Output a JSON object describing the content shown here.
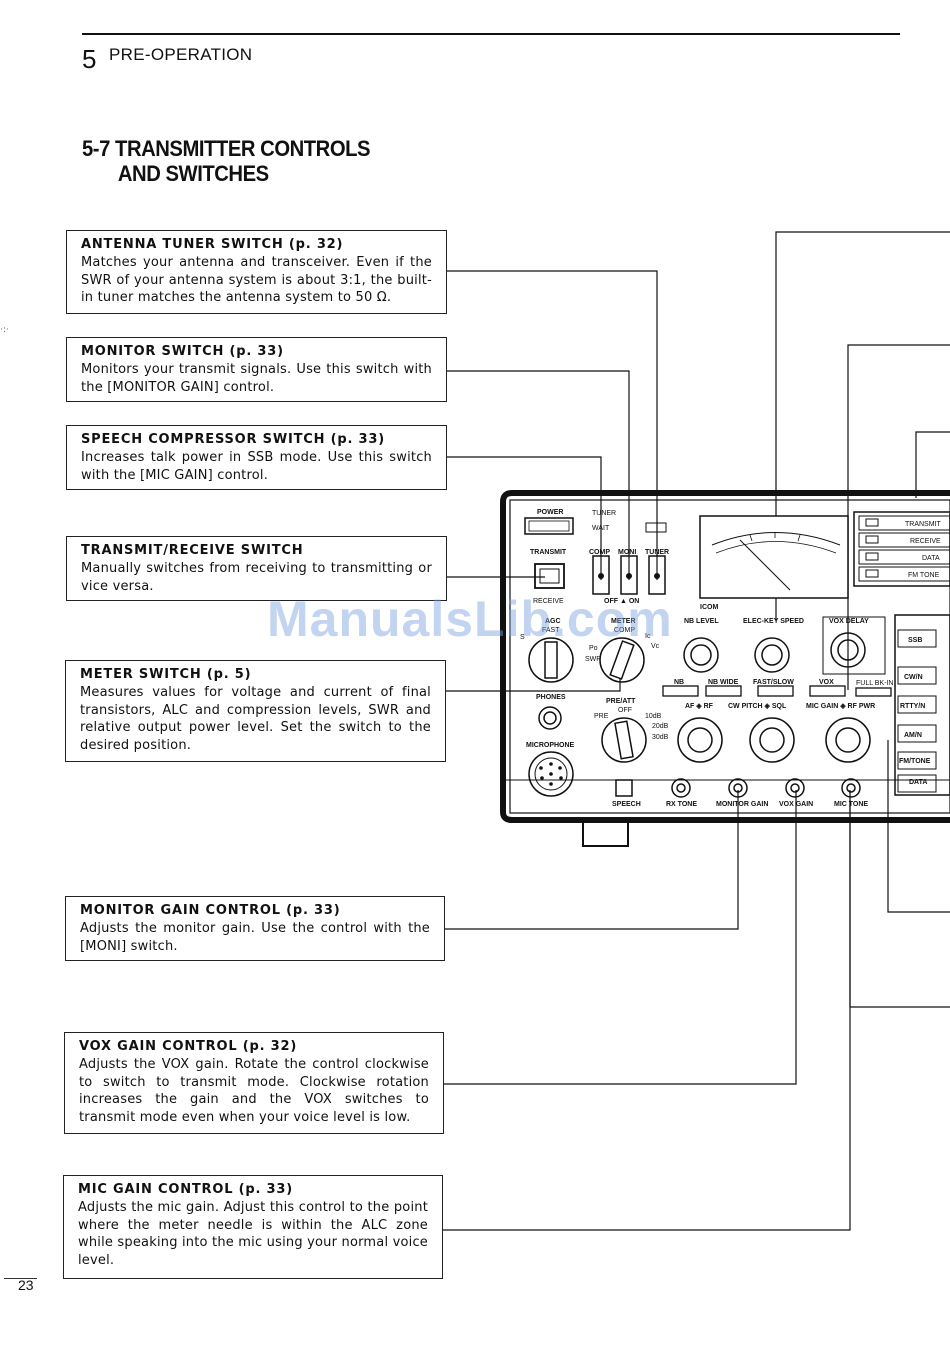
{
  "header": {
    "section_number": "5",
    "section_name": "PRE-OPERATION"
  },
  "heading": {
    "line1": "5-7 TRANSMITTER CONTROLS",
    "line2": "AND SWITCHES"
  },
  "callouts": [
    {
      "title": "ANTENNA TUNER SWITCH (p. 32)",
      "desc": "Matches your antenna and transceiver. Even if the SWR of your antenna system is about 3:1, the built-in tuner matches the antenna system to 50 Ω."
    },
    {
      "title": "MONITOR SWITCH (p. 33)",
      "desc": "Monitors your transmit signals. Use this switch with the [MONITOR GAIN] control."
    },
    {
      "title": "SPEECH COMPRESSOR SWITCH (p. 33)",
      "desc": "Increases talk power in SSB mode. Use this switch with the [MIC GAIN] control."
    },
    {
      "title": "TRANSMIT/RECEIVE SWITCH",
      "desc": "Manually switches from receiving to transmitting or vice versa."
    },
    {
      "title": "METER SWITCH (p. 5)",
      "desc": "Measures values for voltage and current of final transistors, ALC and compression levels, SWR and relative output power level. Set the switch to the desired position."
    },
    {
      "title": "MONITOR GAIN CONTROL (p. 33)",
      "desc": "Adjusts the monitor gain. Use the control with the [MONI] switch."
    },
    {
      "title": "VOX GAIN CONTROL (p. 32)",
      "desc": "Adjusts the VOX gain. Rotate the control clockwise to switch to transmit mode. Clockwise rotation increases the gain and the VOX switches to transmit mode even when your voice level is low."
    },
    {
      "title": "MIC GAIN CONTROL (p. 33)",
      "desc": "Adjusts the mic gain. Adjust this control to the point where the meter needle is within the ALC zone while speaking into the mic using your normal voice level."
    }
  ],
  "panel_labels": {
    "power": "POWER",
    "tuner": "TUNER",
    "wait": "WAIT",
    "transmit": "TRANSMIT",
    "comp": "COMP",
    "moni": "MONI",
    "tuner2": "TUNER",
    "receive": "RECEIVE",
    "off_on": "OFF ▲ ON",
    "brand": "ICOM",
    "agc": "AGC",
    "fast": "FAST",
    "s": "S",
    "meter": "METER",
    "comp2": "COMP",
    "po": "Po",
    "swr": "SWR",
    "ic": "Ic",
    "vc": "Vc",
    "phones": "PHONES",
    "microphone": "MICROPHONE",
    "pre_att": "PRE/ATT",
    "off": "OFF",
    "pre": "PRE",
    "db10": "10dB",
    "db20": "20dB",
    "db30": "30dB",
    "nb_level": "NB LEVEL",
    "elec_key_speed": "ELEC-KEY SPEED",
    "vox_delay": "VOX DELAY",
    "nb": "NB",
    "nb_wide": "NB WIDE",
    "fast_slow": "FAST/SLOW",
    "vox": "VOX",
    "full_bk_in": "FULL BK-IN",
    "af_rf": "AF ◈ RF",
    "cw_pitch_sql": "CW PITCH ◈ SQL",
    "mic_gain_rf_pwr": "MIC GAIN ◈ RF PWR",
    "speech": "SPEECH",
    "rx_tone": "RX TONE",
    "monitor_gain": "MONITOR GAIN",
    "vox_gain": "VOX GAIN",
    "mic_tone": "MIC TONE",
    "transmit_r": "TRANSMIT",
    "receive_r": "RECEIVE",
    "data_r": "DATA",
    "fm_tone_r": "FM TONE",
    "ssb": "SSB",
    "cw_n": "CW/N",
    "rtty_n": "RTTY/N",
    "am_n": "AM/N",
    "fm_tone": "FM/TONE",
    "data": "DATA"
  },
  "watermark": "ManualsLib.com",
  "page_number": "23"
}
